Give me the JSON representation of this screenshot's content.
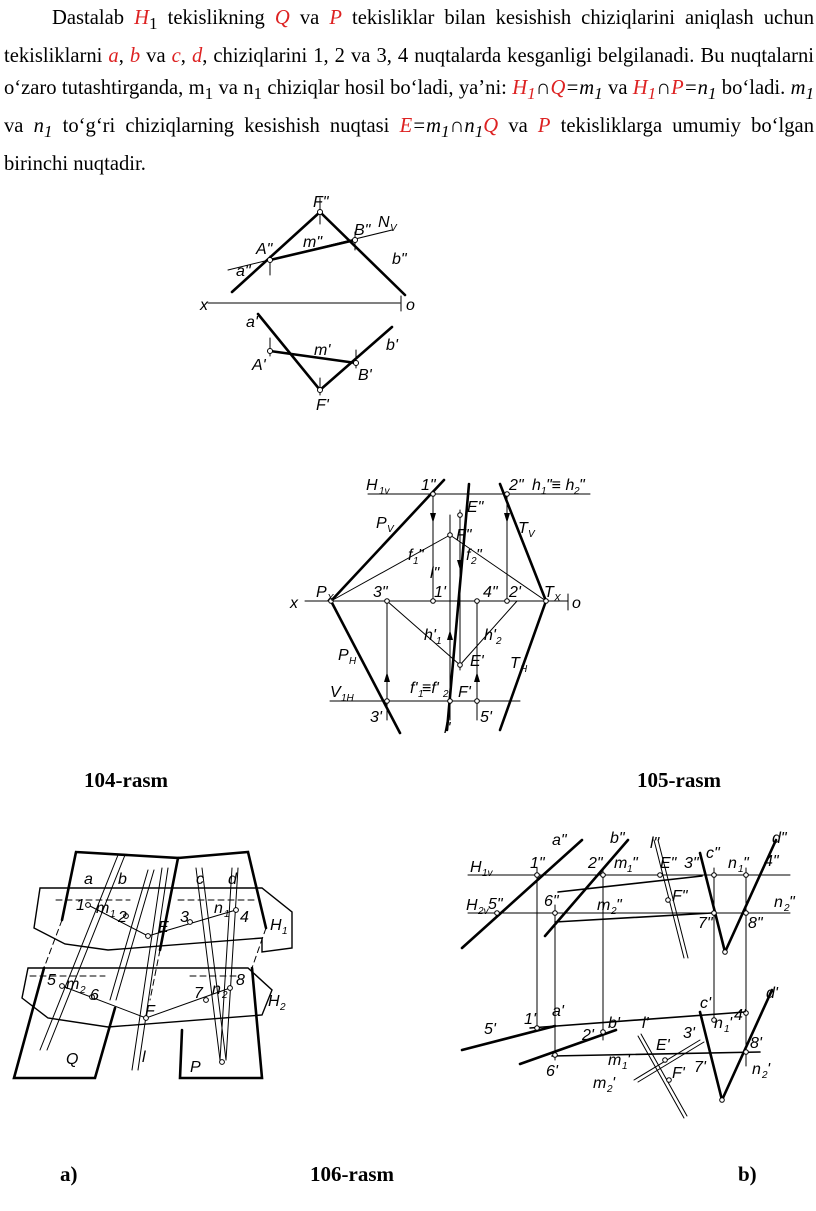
{
  "paragraph": {
    "p1": "Dastalab ",
    "H": "H",
    "sub1": "1",
    "p2": " tekislikning ",
    "Q": "Q",
    "p3": " va ",
    "P": "P",
    "p4": " tekisliklar bilan kesishish chiziqlarini aniqlash uchun tekisliklarni ",
    "a": "a",
    "c1": ", ",
    "b": "b",
    "va1": " va ",
    "c": "c",
    "c2": ", ",
    "d": "d",
    "p5": ", chiziqlarini 1, 2 va 3, 4 nuqtalarda kesganligi belgilanadi. Bu nuqtalarni o‘zaro tutashtirganda, m",
    "msub": "1",
    "p6": " va n",
    "nsub": "1",
    "p7": " chiziqlar hosil bo‘ladi, ya’ni: ",
    "f1": "H",
    "f1s": "1",
    "f1op": "∩",
    "f1Q": "Q",
    "f1eq": "=m",
    "f1ms": "1",
    "p8": " va ",
    "f2": "H",
    "f2s": "1",
    "f2op": "∩",
    "f2P": "P",
    "f2eq": "=n",
    "f2ns": "1",
    "p9": " bo‘ladi. ",
    "m1": "m",
    "m1s": "1",
    "p10": " va ",
    "n1": "n",
    "n1s": "1",
    "p11": " to‘g‘ri chiziqlarning kesishish nuqtasi ",
    "E": "E",
    "eq": "=m",
    "eqs1": "1",
    "op": "∩",
    "eqn": "n",
    "eqs2": "1",
    "eqQ": "Q",
    "p12": " va ",
    "P2": "P",
    "p13": " tekisliklarga umumiy bo‘lgan birinchi nuqtadir."
  },
  "captions": {
    "fig104": "104-rasm",
    "fig105": "105-rasm",
    "fig106": "106-rasm",
    "sub_a": "a)",
    "sub_b": "b)"
  },
  "fig104": {
    "labels": {
      "F2": "F\"",
      "m2": "m\"",
      "B2": "B\"",
      "Nv": "N",
      "Nv_sub": "V",
      "A2": "A\"",
      "b2": "b\"",
      "a2": "a\"",
      "x": "x",
      "o": "o",
      "a1": "a'",
      "m1": "m'",
      "b1": "b'",
      "A1": "A'",
      "B1": "B'",
      "F1": "F'"
    }
  },
  "fig105": {
    "labels": {
      "H1v": "H",
      "H1v_sub": "1v",
      "p1pp": "1\"",
      "p2pp": "2\"",
      "h12": "h",
      "h12_s1": "1",
      "h12_mid": "\"≡ h",
      "h12_s2": "2",
      "h12_end": "\"",
      "E2": "E\"",
      "Pv": "P",
      "Pv_sub": "V",
      "Tv": "T",
      "Tv_sub": "V",
      "F2": "F\"",
      "f1pp": "f",
      "f1pp_sub": "1",
      "f1pp_q": "\"",
      "f2pp": "f",
      "f2pp_sub": "2",
      "f2pp_q": "\"",
      "l2": "l\"",
      "x": "x",
      "Px": "P",
      "Px_sub": "X",
      "p3pp": "3\"",
      "p1p": "1'",
      "p4pp": "4\"",
      "p2p": "2'",
      "Tx": "T",
      "Tx_sub": "X",
      "o": "o",
      "h1p": "h'",
      "h1p_sub": "1",
      "h2p": "h'",
      "h2p_sub": "2",
      "PH": "P",
      "PH_sub": "H",
      "E1": "E'",
      "TH": "T",
      "TH_sub": "H",
      "V1H": "V",
      "V1H_sub": "1H",
      "ff": "f'",
      "ff_s1": "1",
      "ff_mid": "≡f'",
      "ff_s2": "2",
      "F1": "F'",
      "p3p": "3'",
      "p5p": "5'",
      "l1": "l'"
    }
  },
  "fig106a": {
    "labels": {
      "a": "a",
      "b": "b",
      "c": "c",
      "d": "d",
      "p1": "1",
      "m1": "m",
      "m1_sub": "1",
      "p2": "2",
      "E": "E",
      "p3": "3",
      "n1": "n",
      "n1_sub": "1",
      "p4": "4",
      "H1": "H",
      "H1_sub": "1",
      "p5": "5",
      "m2": "m",
      "m2_sub": "2",
      "p6": "6",
      "p7": "7",
      "n2": "n",
      "n2_sub": "2",
      "p8": "8",
      "H2": "H",
      "H2_sub": "2",
      "F": "F",
      "Q": "Q",
      "l": "l",
      "P": "P"
    }
  },
  "fig106b": {
    "labels": {
      "a2": "a\"",
      "b2": "b\"",
      "l2": "l\"",
      "c2": "c\"",
      "d2": "d\"",
      "H1v": "H",
      "H1v_sub": "1v",
      "p1pp": "1\"",
      "p2pp": "2\"",
      "m1pp": "m",
      "m1pp_sub": "1",
      "m1pp_q": "\"",
      "E2": "E\"",
      "p3pp": "3\"",
      "n1pp": "n",
      "n1pp_sub": "1",
      "n1pp_q": "\"",
      "p4pp": "4\"",
      "H2v": "H",
      "H2v_sub": "2v",
      "p5pp": "5\"",
      "p6pp": "6\"",
      "m2pp": "m",
      "m2pp_sub": "2",
      "m2pp_q": "\"",
      "F2": "F\"",
      "n2pp": "n",
      "n2pp_sub": "2",
      "n2pp_q": "\"",
      "p7pp": "7\"",
      "p8pp": "8\"",
      "d1": "d'",
      "c1": "c'",
      "n1p": "n",
      "n1p_sub": "1",
      "n1p_q": "'",
      "p4p": "4'",
      "p5p": "5'",
      "p1p": "1'",
      "a1": "a'",
      "p2p": "2'",
      "b1": "b'",
      "l1": "l'",
      "p3p": "3'",
      "p8p": "8'",
      "E1": "E'",
      "m1p": "m",
      "m1p_sub": "1",
      "m1p_q": "'",
      "p6p": "6'",
      "F1": "F'",
      "p7p": "7'",
      "n2p": "n",
      "n2p_sub": "2",
      "n2p_q": "'",
      "m2p": "m",
      "m2p_sub": "2",
      "m2p_q": "'"
    }
  }
}
